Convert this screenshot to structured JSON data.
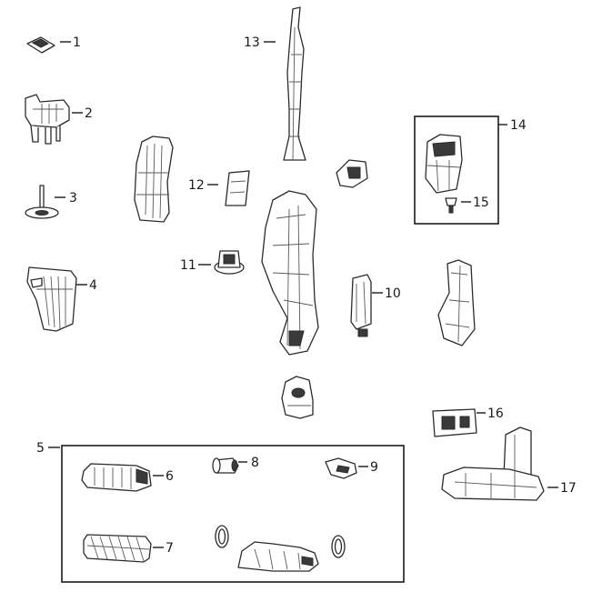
{
  "labels": {
    "p1": "1",
    "p2": "2",
    "p3": "3",
    "p4": "4",
    "p5": "5",
    "p6": "6",
    "p7": "7",
    "p8": "8",
    "p9": "9",
    "p10": "10",
    "p11": "11",
    "p12": "12",
    "p13": "13",
    "p14": "14",
    "p15": "15",
    "p16": "16",
    "p17": "17"
  },
  "colors": {
    "line": "#1a1a1a",
    "part_fill": "#ffffff",
    "part_shadow": "#3a3a3a"
  },
  "icons": {
    "part": "line-art-illustration"
  }
}
